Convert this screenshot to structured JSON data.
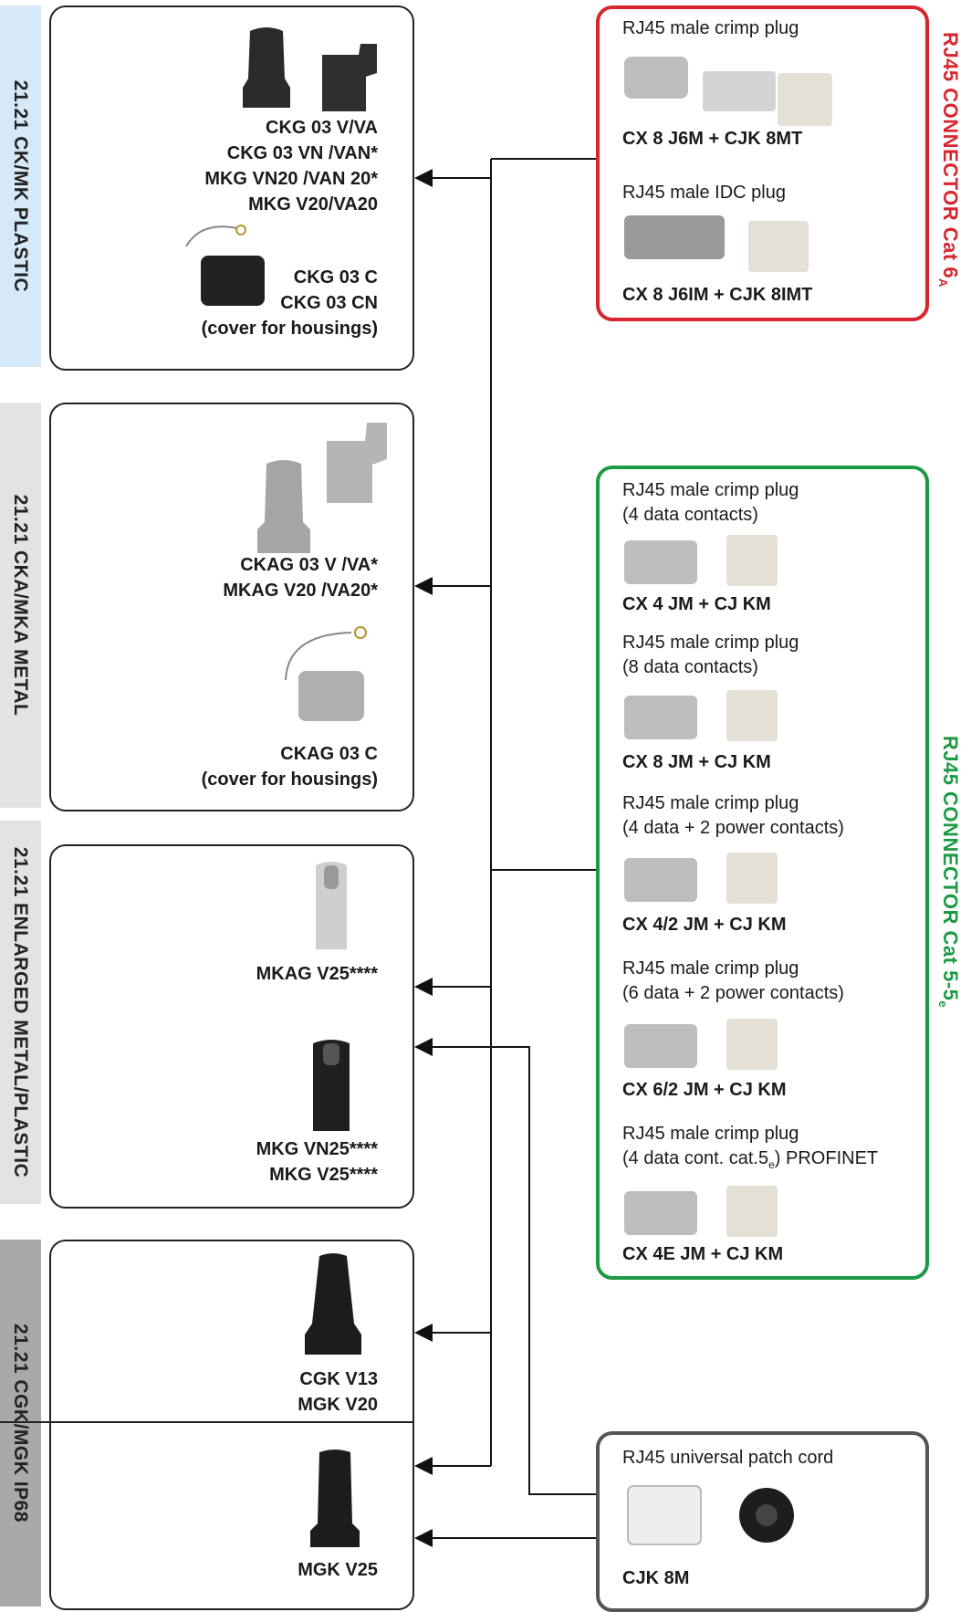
{
  "side_tabs": [
    {
      "label": "21.21 CK/MK PLASTIC",
      "color": "#d6e9f8"
    },
    {
      "label": "21.21 CKA/MKA METAL",
      "color": "#e3e3e3"
    },
    {
      "label": "21.21 ENLARGED METAL/PLASTIC",
      "color": "#e3e3e3"
    },
    {
      "label": "21.21 CGK/MGK IP68",
      "color": "#a9a9a9"
    }
  ],
  "housings": {
    "plastic_main": [
      "CKG 03 V/VA",
      "CKG 03 VN /VAN*",
      "MKG VN20 /VAN 20*",
      "MKG V20/VA20"
    ],
    "plastic_cover": [
      "CKG 03 C",
      "CKG 03 CN",
      "(cover for housings)"
    ],
    "metal_main": [
      "CKAG 03 V /VA*",
      "MKAG V20 /VA20*"
    ],
    "metal_cover": [
      "CKAG 03 C",
      "(cover for housings)"
    ],
    "enlarged_metal": "MKAG V25****",
    "enlarged_plastic": [
      "MKG VN25****",
      "MKG V25****"
    ],
    "ip68_upper": [
      "CGK V13",
      "MGK V20"
    ],
    "ip68_lower": "MGK V25"
  },
  "cat6a": {
    "title": "RJ45 CONNECTOR Cat 6",
    "title_sub": "A",
    "color": "#d7262e",
    "items": [
      {
        "desc": "RJ45 male crimp plug",
        "code": "CX 8 J6M + CJK 8MT"
      },
      {
        "desc": "RJ45 male IDC plug",
        "code": "CX 8 J6IM + CJK 8IMT"
      }
    ]
  },
  "cat5": {
    "title": "RJ45 CONNECTOR Cat 5-5",
    "title_sub": "e",
    "color": "#1e9a46",
    "items": [
      {
        "desc": [
          "RJ45 male crimp plug",
          "(4 data contacts)"
        ],
        "code": "CX 4 JM + CJ KM"
      },
      {
        "desc": [
          "RJ45 male crimp plug",
          "(8 data contacts)"
        ],
        "code": "CX 8 JM + CJ KM"
      },
      {
        "desc": [
          "RJ45 male crimp plug",
          "(4 data + 2 power contacts)"
        ],
        "code": "CX 4/2 JM + CJ KM"
      },
      {
        "desc": [
          "RJ45 male crimp plug",
          "(6 data + 2 power contacts)"
        ],
        "code": "CX 6/2 JM + CJ KM"
      },
      {
        "desc": [
          "RJ45 male crimp plug",
          "(4 data cont. cat.5"
        ],
        "desc_sub": "e",
        "desc_tail": ") PROFINET",
        "code": "CX 4E JM + CJ KM"
      }
    ]
  },
  "patch": {
    "desc": "RJ45 universal patch cord",
    "code": "CJK 8M",
    "color": "#555555"
  }
}
